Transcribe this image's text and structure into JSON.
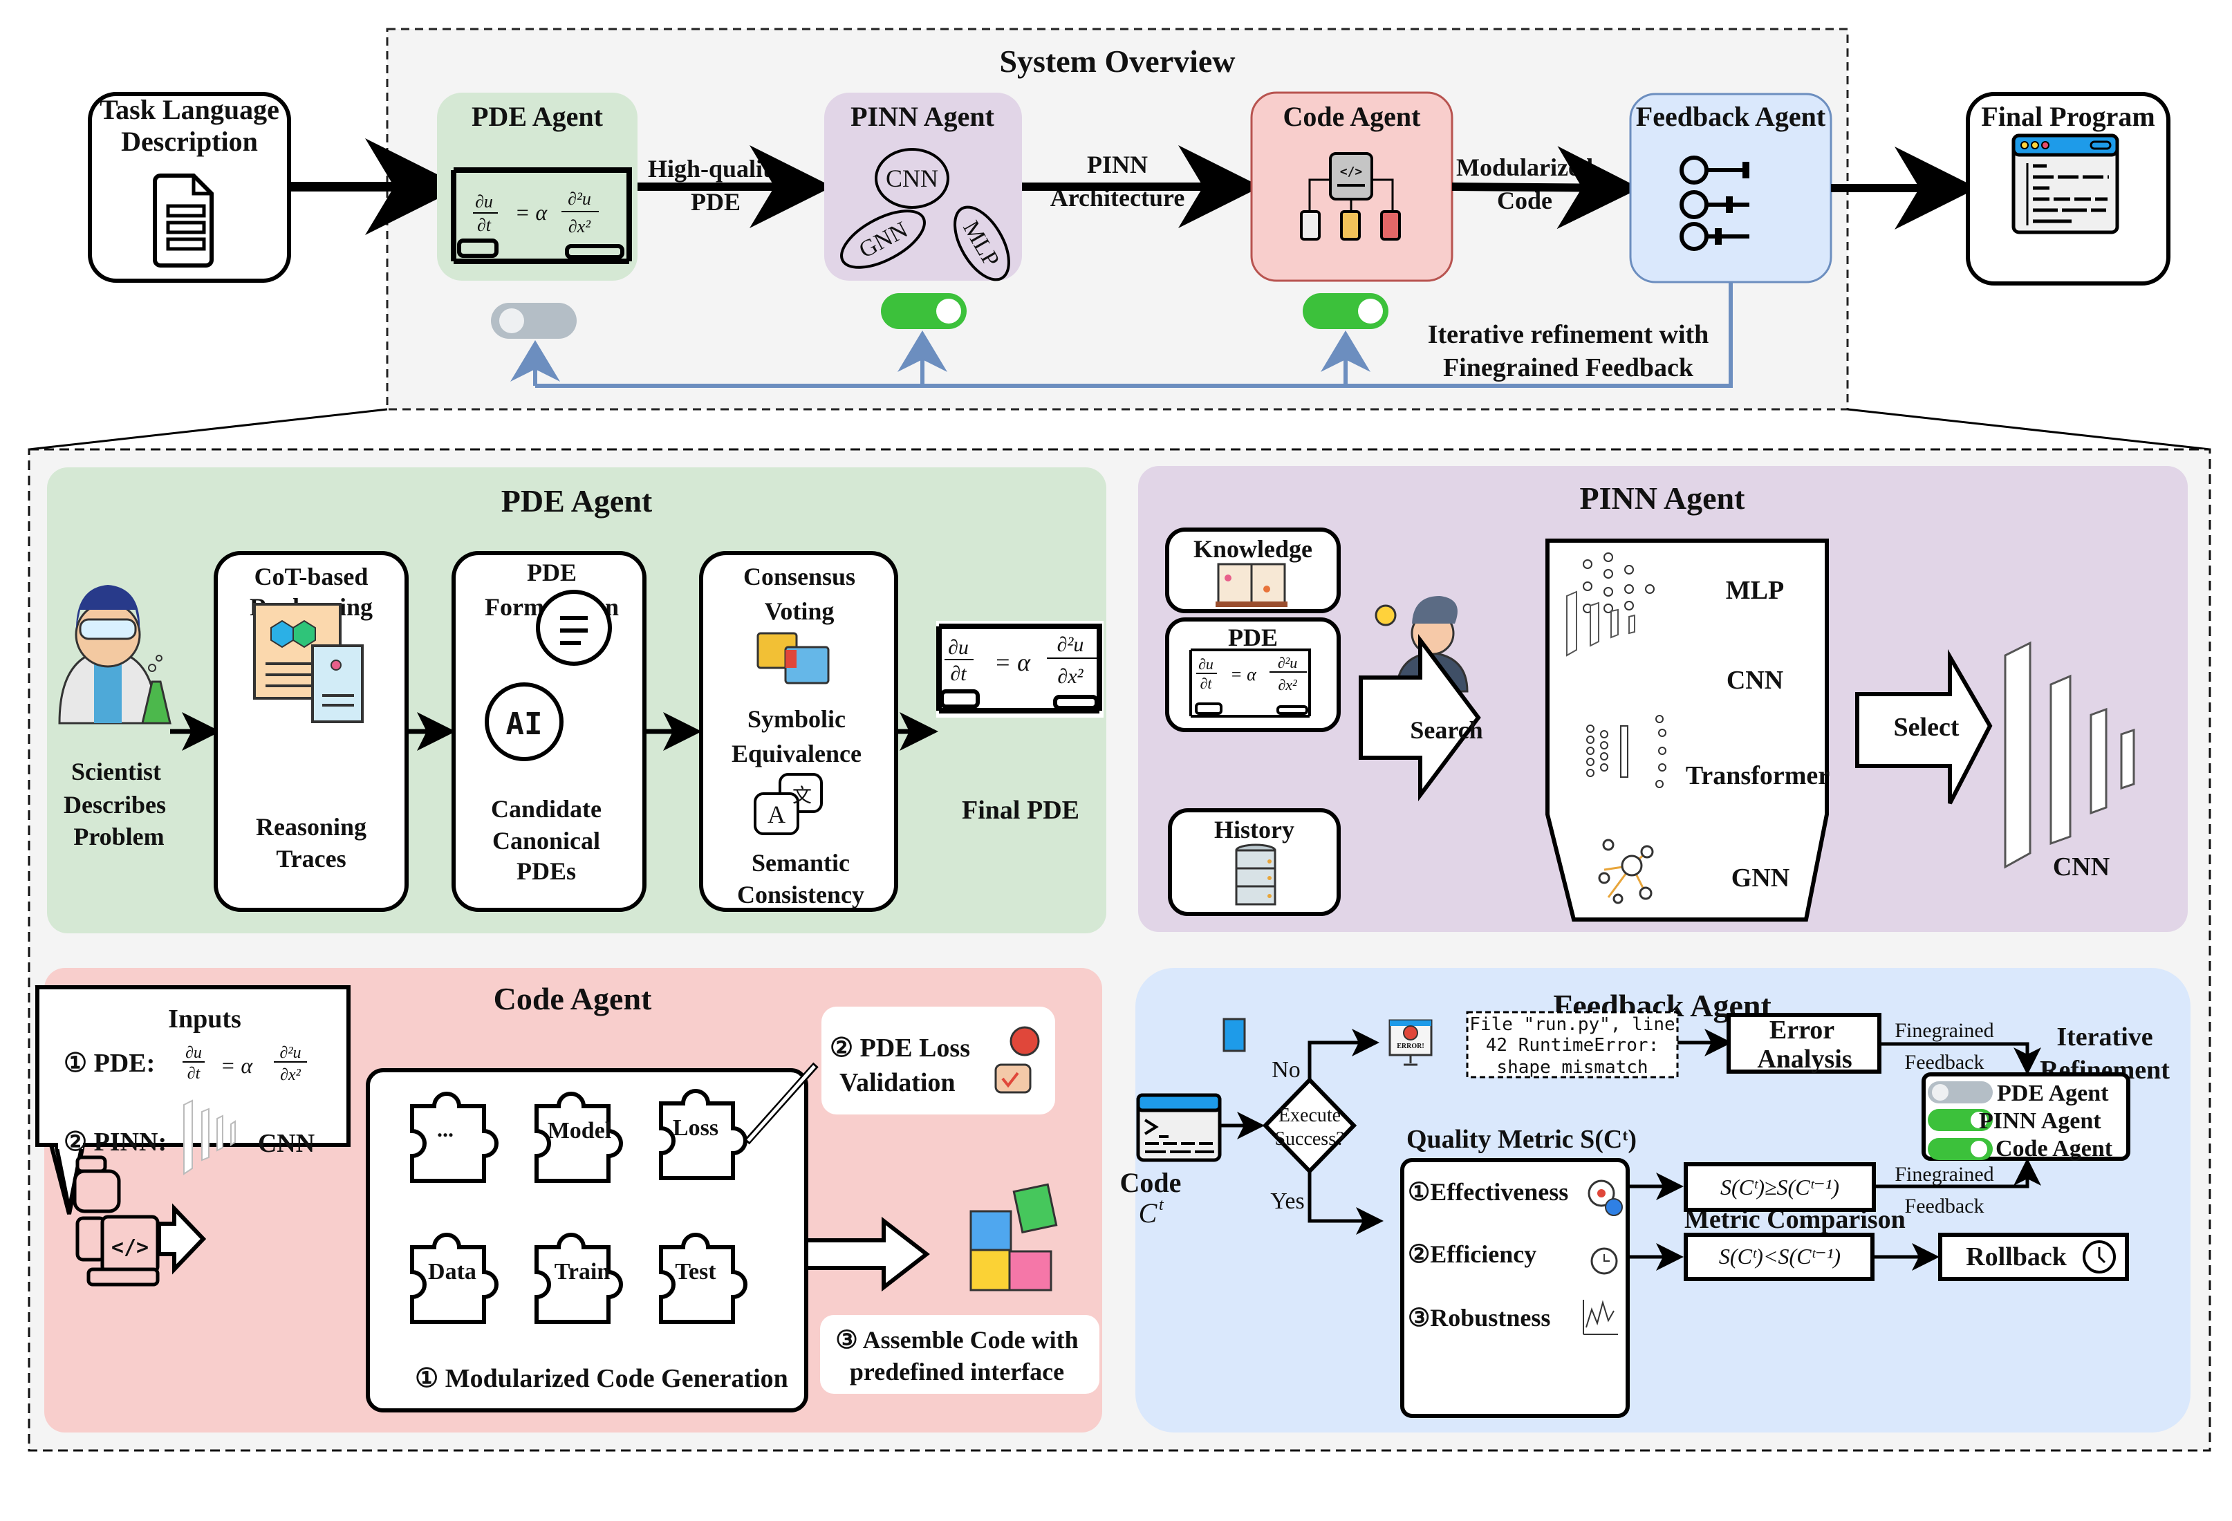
{
  "overview": {
    "title": "System Overview",
    "task_box": {
      "line1": "Task Language",
      "line2": "Description"
    },
    "final_box": {
      "label": "Final Program"
    },
    "agents": [
      {
        "label": "PDE Agent",
        "color": "#d5e8d4",
        "toggle_on": false
      },
      {
        "label": "PINN Agent",
        "color": "#e1d5e7",
        "toggle_on": true,
        "chips": [
          "CNN",
          "GNN",
          "MLP"
        ]
      },
      {
        "label": "Code Agent",
        "color": "#f8cecc",
        "border": "#b85450",
        "toggle_on": true
      },
      {
        "label": "Feedback Agent",
        "color": "#dae8fc",
        "border": "#6c8ebf"
      }
    ],
    "edges": [
      {
        "line1": "High-quality",
        "line2": "PDE"
      },
      {
        "line1": "PINN",
        "line2": "Architecture"
      },
      {
        "line1": "Modularized",
        "line2": "Code"
      }
    ],
    "feedback_note": {
      "line1": "Iterative refinement with",
      "line2": "Finegrained Feedback"
    },
    "pde_formula": {
      "lhs_num": "∂u",
      "lhs_den": "∂t",
      "eq": "= α",
      "rhs_num": "∂²u",
      "rhs_den": "∂x²"
    }
  },
  "pde_agent": {
    "title": "PDE Agent",
    "scientist": {
      "line1": "Scientist",
      "line2": "Describes",
      "line3": "Problem"
    },
    "cards": [
      {
        "top1": "CoT-based",
        "top2": "Rephrasing",
        "bottom1": "Reasoning",
        "bottom2": "Traces"
      },
      {
        "top1": "PDE",
        "top2": "Formulation",
        "icon_text": "AI",
        "bottom1": "Candidate",
        "bottom2": "Canonical",
        "bottom3": "PDEs"
      },
      {
        "top1": "Consensus",
        "top2": "Voting",
        "mid1": "Symbolic",
        "mid2": "Equivalence",
        "bottom1": "Semantic",
        "bottom2": "Consistency"
      }
    ],
    "final_label": "Final PDE"
  },
  "pinn_agent": {
    "title": "PINN Agent",
    "sources": [
      "Knowledge",
      "PDE",
      "History"
    ],
    "search_label": "Search",
    "select_label": "Select",
    "architectures": [
      "MLP",
      "CNN",
      "Transformer",
      "GNN"
    ],
    "selected": "CNN"
  },
  "code_agent": {
    "title": "Code Agent",
    "inputs": {
      "title": "Inputs",
      "pde_label": "① PDE:",
      "pinn_label": "② PINN:",
      "pinn_value": "CNN"
    },
    "modules": [
      "...",
      "Model",
      "Loss",
      "Data",
      "Train",
      "Test"
    ],
    "generation_label": "① Modularized Code Generation",
    "validation": {
      "line1": "② PDE Loss",
      "line2": "Validation"
    },
    "assemble": {
      "line1": "③ Assemble Code with",
      "line2": "predefined interface"
    }
  },
  "feedback_agent": {
    "title": "Feedback Agent",
    "code_label": "Code",
    "code_symbol": "C",
    "code_sup": "t",
    "decision": {
      "line1": "Execute",
      "line2": "Success?"
    },
    "no_label": "No",
    "yes_label": "Yes",
    "error_badge": "ERROR!",
    "error_msg": [
      "File \"run.py\", line",
      "42 RuntimeError:",
      "shape mismatch"
    ],
    "error_analysis": {
      "line1": "Error",
      "line2": "Analysis"
    },
    "finegrained": {
      "line1": "Finegrained",
      "line2": "Feedback"
    },
    "iterative": {
      "line1": "Iterative",
      "line2": "Refinement"
    },
    "toggles": [
      {
        "label": "PDE Agent",
        "on": false
      },
      {
        "label": "PINN Agent",
        "on": true
      },
      {
        "label": "Code Agent",
        "on": true
      }
    ],
    "quality_title": "Quality Metric S(Cᵗ)",
    "metrics": [
      "①Effectiveness",
      "②Efficiency",
      "③Robustness"
    ],
    "comparison_title": "Metric Comparison",
    "cmp_ge": "S(Cᵗ)≥S(Cᵗ⁻¹)",
    "cmp_lt": "S(Cᵗ)<S(Cᵗ⁻¹)",
    "rollback": "Rollback"
  },
  "colors": {
    "pde_bg": "#d5e8d4",
    "pinn_bg": "#e1d5e7",
    "code_bg": "#f8cecc",
    "feedback_bg": "#dae8fc",
    "panel_bg": "#f4f4f4",
    "toggle_on": "#3cc13b",
    "toggle_off": "#b4bec6",
    "feedback_line": "#6c8ebf"
  }
}
